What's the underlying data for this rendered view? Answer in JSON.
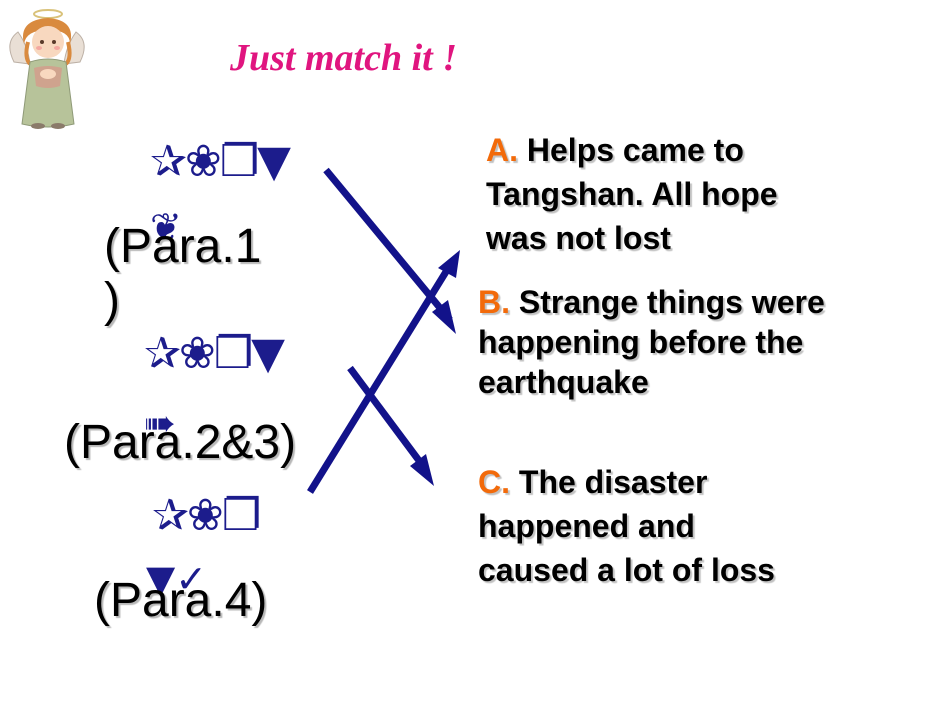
{
  "title": "Just match it !",
  "paragraphs": [
    {
      "glyph_line": "✰❀❐▼",
      "glyph_extra": "❦",
      "label": "(Para.1\n)"
    },
    {
      "glyph_line": "✰❀❐▼",
      "glyph_extra": "➠",
      "label": "(Para.2&3)"
    },
    {
      "glyph_line": "✰❀❐",
      "glyph_extra": "▼✓",
      "label": "(Para.4)"
    }
  ],
  "options": [
    {
      "letter": "A.",
      "text": " Helps came to Tangshan. All hope was not lost"
    },
    {
      "letter": "B.",
      "text": " Strange things were happening before the earthquake"
    },
    {
      "letter": "C.",
      "text": " The disaster happened and caused a lot of loss"
    }
  ],
  "colors": {
    "title": "#e0157f",
    "arrow": "#12128a",
    "option_letter": "#f26a0a"
  }
}
